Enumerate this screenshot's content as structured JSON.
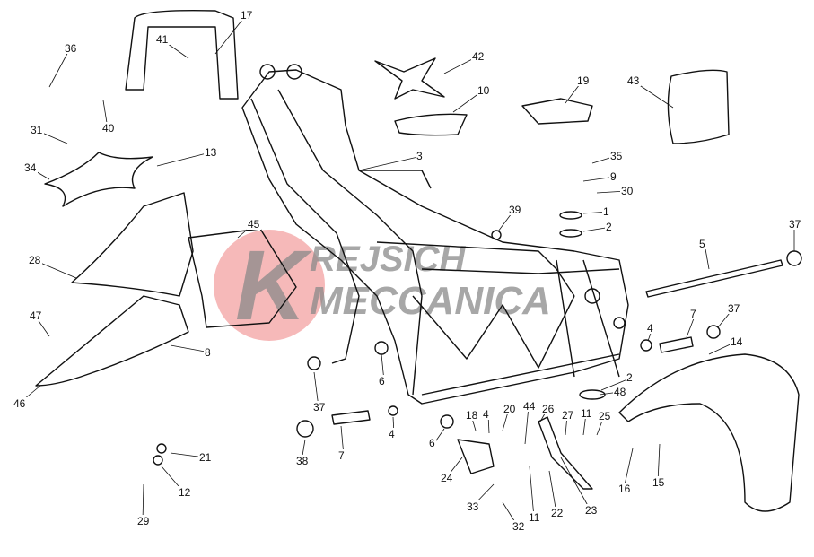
{
  "diagram": {
    "type": "exploded-parts-view",
    "subject": "frame",
    "part_labels": [
      "17",
      "41",
      "36",
      "42",
      "10",
      "19",
      "43",
      "40",
      "31",
      "13",
      "3",
      "35",
      "9",
      "30",
      "34",
      "39",
      "1",
      "2",
      "45",
      "37",
      "5",
      "28",
      "47",
      "4",
      "7",
      "37",
      "14",
      "8",
      "46",
      "37",
      "6",
      "2",
      "48",
      "18",
      "4",
      "20",
      "44",
      "26",
      "27",
      "11",
      "25",
      "7",
      "4",
      "6",
      "38",
      "21",
      "24",
      "12",
      "16",
      "15",
      "22",
      "23",
      "11",
      "33",
      "32",
      "29"
    ],
    "watermark": {
      "line1": "REJSICH",
      "line2": "MECCANICA",
      "logo_letter": "K",
      "logo_color": "#f08a8a"
    }
  }
}
